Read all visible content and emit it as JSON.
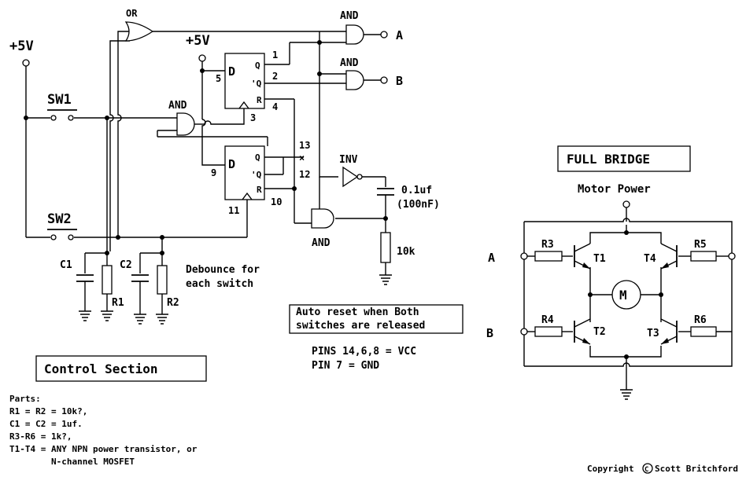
{
  "titles": {
    "control_section": "Control Section",
    "full_bridge": "FULL BRIDGE"
  },
  "labels": {
    "vcc_left": "+5V",
    "vcc_ff": "+5V",
    "or": "OR",
    "and_a": "AND",
    "and_b": "AND",
    "and_debounce": "AND",
    "and_reset": "AND",
    "inv": "INV",
    "out_a": "A",
    "out_b": "B",
    "sw1": "SW1",
    "sw2": "SW2",
    "ff1_d": "D",
    "ff1_q": "Q",
    "ff1_qbar": "'Q",
    "ff1_r": "R",
    "ff2_d": "D",
    "ff2_q": "Q",
    "ff2_qbar": "'Q",
    "ff2_r": "R",
    "cap_value": "0.1uf",
    "cap_value_nf": "(100nF)",
    "res_10k": "10k",
    "c1": "C1",
    "r1": "R1",
    "c2": "C2",
    "r2": "R2",
    "motor_power": "Motor Power",
    "bridge_a": "A",
    "bridge_b": "B",
    "r3": "R3",
    "r4": "R4",
    "r5": "R5",
    "r6": "R6",
    "t1": "T1",
    "t2": "T2",
    "t3": "T3",
    "t4": "T4",
    "motor": "M"
  },
  "pins": {
    "p1": "1",
    "p2": "2",
    "p3": "3",
    "p4": "4",
    "p5": "5",
    "p9": "9",
    "p10": "10",
    "p11": "11",
    "p12": "12",
    "p13": "13",
    "nc": "×"
  },
  "notes": {
    "debounce_1": "Debounce for",
    "debounce_2": "each switch",
    "auto_reset_1": "Auto reset when Both",
    "auto_reset_2": "switches are released",
    "pins_vcc": "PINS 14,6,8 = VCC",
    "pin_gnd": "PIN 7 = GND"
  },
  "parts": {
    "heading": "Parts:",
    "line1": "R1 = R2 = 10k?,",
    "line2": "C1 = C2 = 1uf.",
    "line3": "R3-R6 = 1k?,",
    "line4": "T1-T4 = ANY NPN power transistor, or",
    "line5": "        N-channel MOSFET"
  },
  "footer": {
    "copyright_prefix": "Copyright",
    "copyright_symbol": "C",
    "author": "Scott Britchford"
  }
}
